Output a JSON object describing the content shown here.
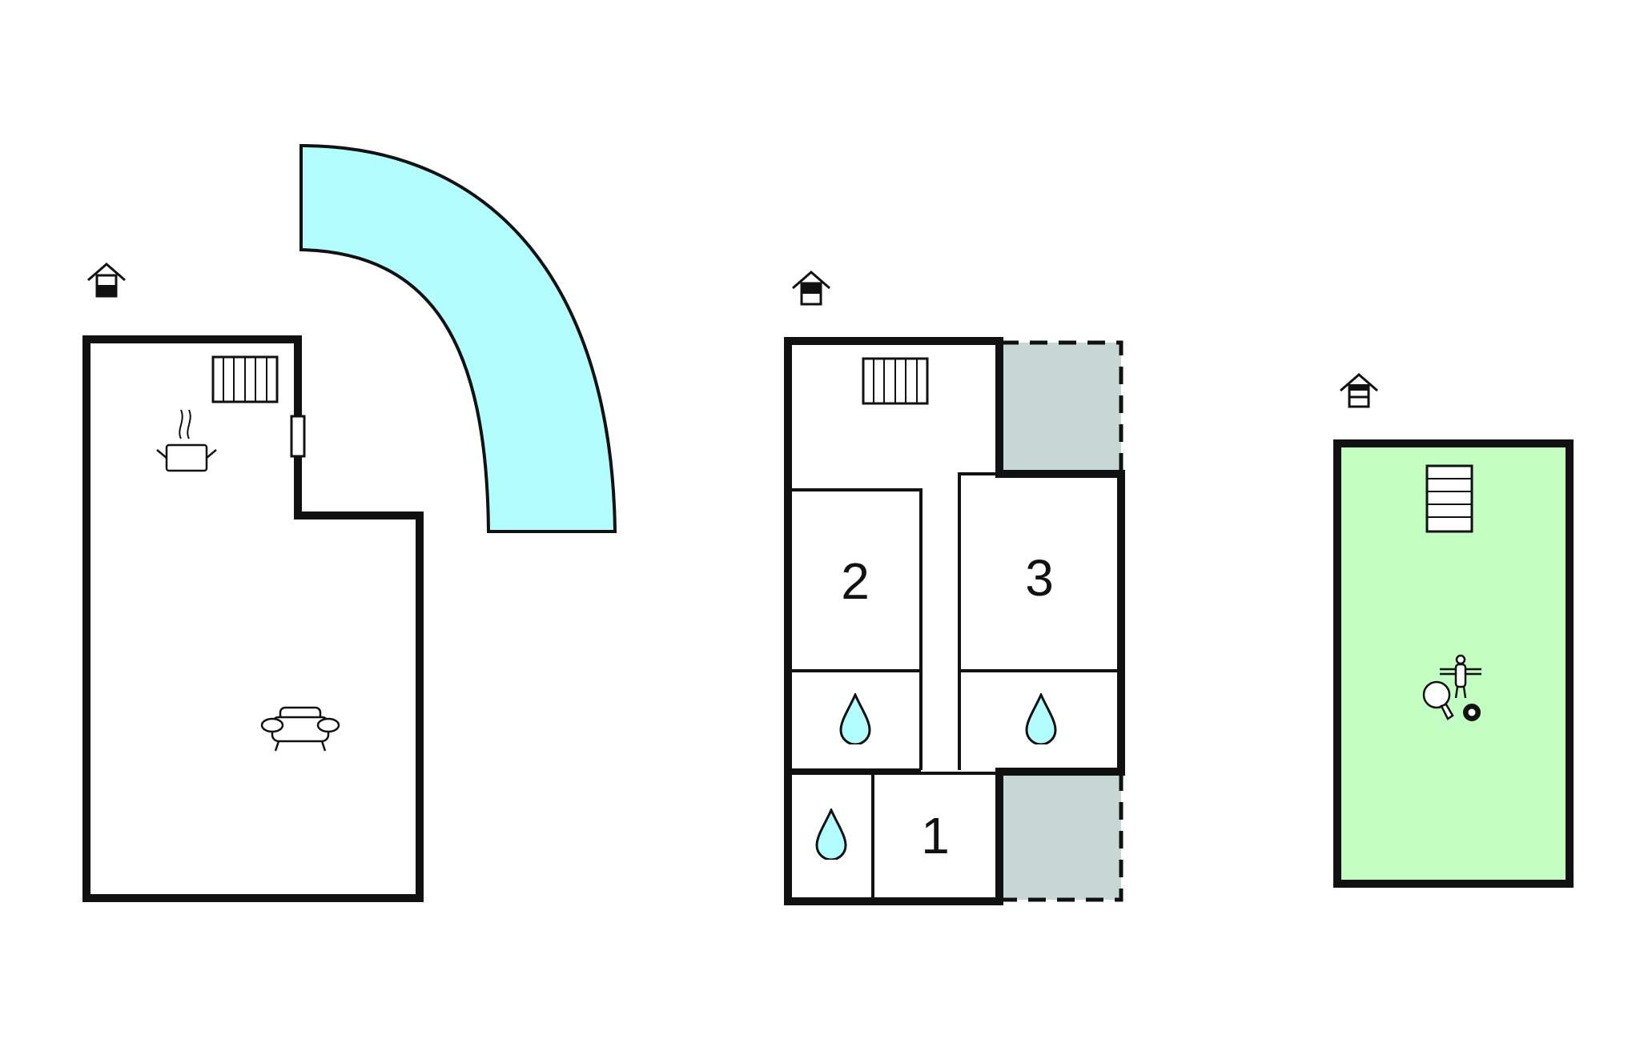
{
  "colors": {
    "wall": "#111111",
    "pool": "#b3fdff",
    "terrace": "#c9d6d6",
    "basement": "#c3ffc3",
    "water": "#b3fdff",
    "background": "#ffffff"
  },
  "floors": [
    {
      "level_icon": "floor-level-ground-icon",
      "rooms": [],
      "icons": [
        "radiator-icon",
        "cooking-pot-icon",
        "sofa-icon",
        "door-icon",
        "pool"
      ]
    },
    {
      "level_icon": "floor-level-first-icon",
      "rooms": [
        {
          "label": "2"
        },
        {
          "label": "3"
        },
        {
          "label": "1"
        }
      ],
      "icons": [
        "radiator-icon",
        "bathroom-water-drop-icon",
        "bathroom-water-drop-icon",
        "bathroom-water-drop-icon",
        "terrace"
      ]
    },
    {
      "level_icon": "floor-level-basement-icon",
      "rooms": [],
      "icons": [
        "staircase-icon",
        "table-football-icon",
        "table-tennis-icon",
        "billiard-ball-icon"
      ]
    }
  ]
}
